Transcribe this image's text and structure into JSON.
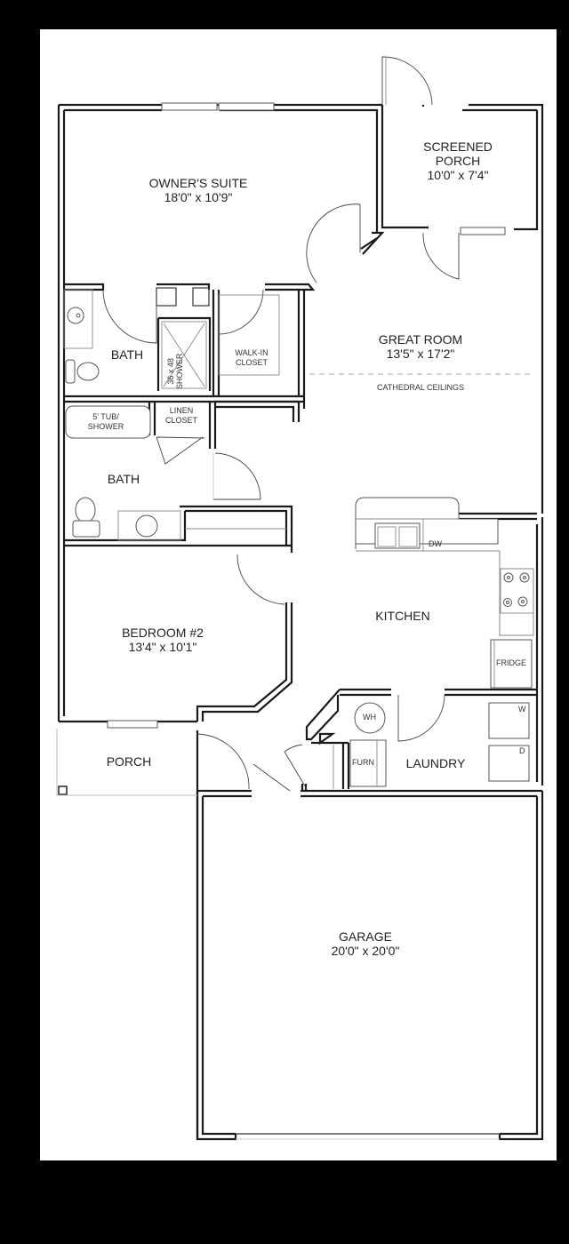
{
  "plan": {
    "background_color": "#000000",
    "sheet_color": "#ffffff",
    "wall_color": "#1a1a1a"
  },
  "rooms": {
    "owners_suite": {
      "name": "OWNER'S SUITE",
      "dims": "18'0\" x 10'9\""
    },
    "screened_porch": {
      "name_line1": "SCREENED",
      "name_line2": "PORCH",
      "dims": "10'0\" x 7'4\""
    },
    "great_room": {
      "name": "GREAT ROOM",
      "dims": "13'5\" x 17'2\"",
      "note": "CATHEDRAL CEILINGS"
    },
    "owners_bath": {
      "name": "BATH"
    },
    "shower": {
      "line1": "36 x 48",
      "line2": "SHOWER"
    },
    "walk_in_closet": {
      "line1": "WALK-IN",
      "line2": "CLOSET"
    },
    "tub_shower": {
      "line1": "5' TUB/",
      "line2": "SHOWER"
    },
    "linen_closet": {
      "line1": "LINEN",
      "line2": "CLOSET"
    },
    "hall_bath": {
      "name": "BATH"
    },
    "kitchen": {
      "name": "KITCHEN",
      "dishwasher": "DW",
      "fridge": "FRIDGE"
    },
    "bedroom_2": {
      "name": "BEDROOM #2",
      "dims": "13'4\" x 10'1\""
    },
    "porch": {
      "name": "PORCH"
    },
    "laundry": {
      "name": "LAUNDRY",
      "water_heater": "WH",
      "furnace": "FURN",
      "washer": "W",
      "dryer": "D"
    },
    "garage": {
      "name": "GARAGE",
      "dims": "20'0\" x 20'0\""
    }
  }
}
